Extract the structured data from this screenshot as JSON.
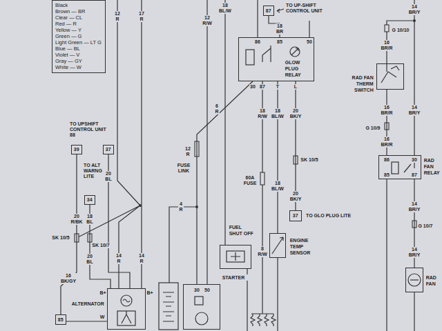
{
  "diagram": {
    "nodes": [
      {
        "text": [
          "Black",
          "Brown — BR",
          "Clear — CL",
          "Red — R",
          "Yellow — Y",
          "Green — G",
          "Light Green — LT G",
          "Blue — BL",
          "Violet — V",
          "Gray — GY",
          "White — W"
        ]
      },
      {
        "text": [
          "87"
        ]
      },
      {
        "text": [
          "GLOW PLUG RELAY"
        ]
      },
      {
        "text": [
          "RAD FAN THERM SWITCH"
        ]
      },
      {
        "text": [
          "39"
        ]
      },
      {
        "text": [
          "37"
        ]
      },
      {
        "text": [
          "RAD FAN RELAY"
        ]
      },
      {
        "text": [
          "34"
        ]
      },
      {
        "text": [
          "37"
        ]
      },
      {
        "text": [
          "FUEL SHUT OFF"
        ]
      },
      {
        "text": [
          "ENGINE TEMP SENSOR"
        ]
      },
      {
        "text": [
          "RAD FAN"
        ]
      },
      {
        "text": [
          "ALTERNATOR"
        ]
      },
      {
        "text": [
          "STARTER"
        ]
      },
      {
        "text": [
          "85"
        ]
      }
    ],
    "edges": [
      {
        "from": 1,
        "to": 2,
        "arrow": "none"
      },
      {
        "from": 2,
        "to": 8,
        "arrow": "none"
      },
      {
        "from": 2,
        "to": 10,
        "arrow": "none"
      },
      {
        "from": 13,
        "to": 2,
        "arrow": "none"
      },
      {
        "from": 3,
        "to": 6,
        "arrow": "none"
      },
      {
        "from": 6,
        "to": 11,
        "arrow": "none"
      },
      {
        "from": 7,
        "to": 12,
        "arrow": "none"
      },
      {
        "from": 5,
        "to": 12,
        "arrow": "none"
      },
      {
        "from": 4,
        "to": 14,
        "arrow": "none"
      },
      {
        "from": 12,
        "to": 14,
        "arrow": "none"
      }
    ],
    "labels": [
      "12 R",
      "17 R",
      "12 R/W",
      "18 BL/W",
      "TO UP-SHIFT CONTROL UNIT",
      "18 BR",
      "86",
      "85",
      "50",
      "30",
      "87",
      "T",
      "L",
      "6 R",
      "18 R/W",
      "18 BL/W",
      "20 BK/Y",
      "12 R",
      "FUSE LINK",
      "SK 10/5",
      "60A FUSE",
      "18 BL/W",
      "20 BK/Y",
      "TO GLO PLUG LITE",
      "4 R",
      "8 R/W",
      "30",
      "50",
      "TO UPSHIFT CONTROL UNIT 88",
      "TO ALT WARNG LITE",
      "20 BL",
      "20 R/BK",
      "18 BL",
      "SK 10/5",
      "SK 10/7",
      "20 BL",
      "14 R",
      "14 R",
      "16 BK/GY",
      "B+",
      "B+",
      "W",
      "14 BR/Y",
      "G 10/10",
      "16 BR/R",
      "16 BR/R",
      "14 BR/Y",
      "G 10/9",
      "16 BR/R",
      "86",
      "30",
      "85",
      "87",
      "14 BR/Y",
      "G 10/7",
      "14 BR/Y"
    ]
  }
}
